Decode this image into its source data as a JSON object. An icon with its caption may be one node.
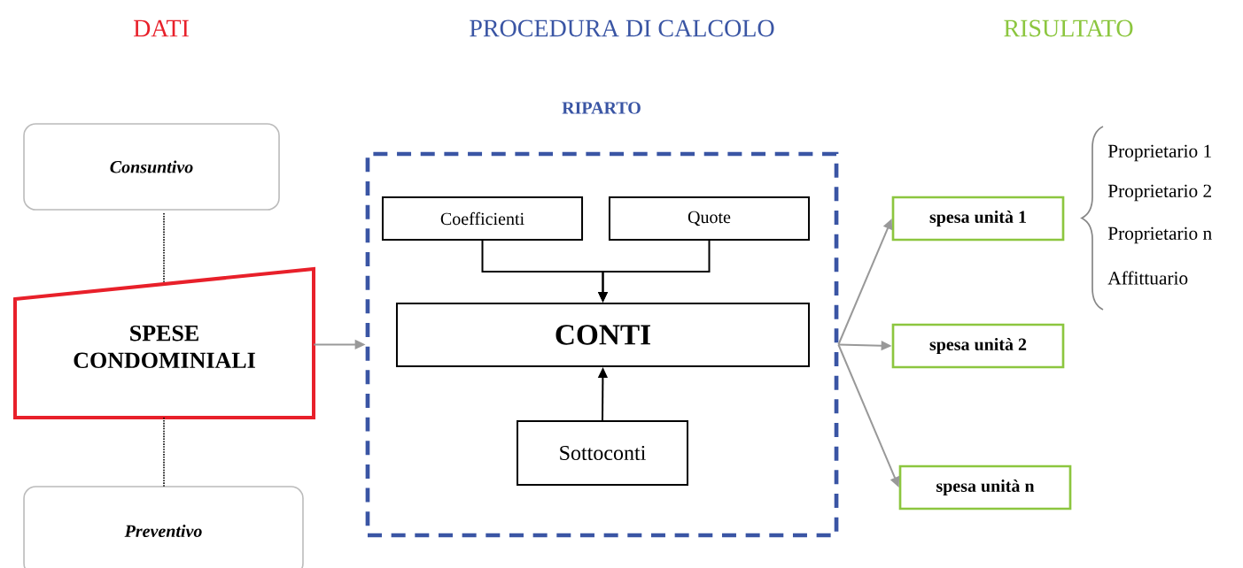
{
  "diagram": {
    "nodes": [
      {
        "text": [
          "Consuntivo"
        ]
      },
      {
        "text": [
          "SPESE CONDOMINIALI"
        ]
      },
      {
        "text": [
          "Preventivo"
        ]
      },
      {
        "text": [
          "RIPARTO"
        ]
      },
      {
        "text": [
          "Coefficienti"
        ],
        "in": 3
      },
      {
        "text": [
          "Quote"
        ],
        "in": 3
      },
      {
        "text": [
          "CONTI"
        ],
        "in": 3
      },
      {
        "text": [
          "Sottoconti"
        ],
        "in": 3
      },
      {
        "text": [
          "spesa unità 1"
        ]
      },
      {
        "text": [
          "spesa unità 2"
        ]
      },
      {
        "text": [
          "spesa unità n"
        ]
      }
    ],
    "edges": [
      {
        "from": 0,
        "to": 1,
        "arrow": "none",
        "style": "dashed"
      },
      {
        "from": 1,
        "to": 2,
        "arrow": "none",
        "style": "dashed"
      },
      {
        "from": 1,
        "to": 3,
        "arrow": "to",
        "color": "#999999"
      },
      {
        "from": 4,
        "to": 6,
        "arrow": "to"
      },
      {
        "from": 5,
        "to": 6,
        "arrow": "to"
      },
      {
        "from": 7,
        "to": 6,
        "arrow": "to"
      },
      {
        "from": 3,
        "to": 8,
        "arrow": "to",
        "color": "#999999"
      },
      {
        "from": 3,
        "to": 9,
        "arrow": "to",
        "color": "#999999"
      },
      {
        "from": 3,
        "to": 10,
        "arrow": "to",
        "color": "#999999"
      }
    ],
    "labels": [
      "DATI",
      "PROCEDURA DI CALCOLO",
      "RISULTATO",
      "Proprietario 1",
      "Proprietario 2",
      "Proprietario n",
      "Affittuario"
    ]
  }
}
